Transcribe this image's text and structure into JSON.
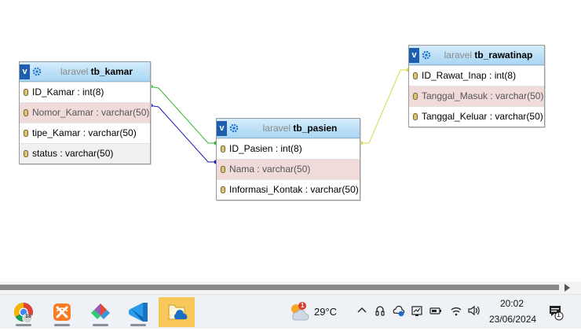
{
  "tables": {
    "kamar": {
      "db": "laravel",
      "name": "tb_kamar",
      "fields": [
        "ID_Kamar : int(8)",
        "Nomor_Kamar : varchar(50)",
        "tipe_Kamar : varchar(50)",
        "status : varchar(50)"
      ]
    },
    "pasien": {
      "db": "laravel",
      "name": "tb_pasien",
      "fields": [
        "ID_Pasien : int(8)",
        "Nama : varchar(50)",
        "Informasi_Kontak : varchar(50)"
      ]
    },
    "rawatinap": {
      "db": "laravel",
      "name": "tb_rawatinap",
      "fields": [
        "ID_Rawat_Inap : int(8)",
        "Tanggal_Masuk : varchar(50)",
        "Tanggal_Keluar : varchar(50)"
      ]
    }
  },
  "table_button": "v",
  "colors": {
    "link_green": "#2eb82e",
    "link_blue": "#1a1ab8",
    "link_yellow": "#d8d840",
    "header_blue": "#a9d6f3",
    "highlight_row": "#f0dada"
  },
  "taskbar": {
    "apps": [
      "chrome-icon",
      "xampp-icon",
      "pinned-app-icon",
      "vscode-icon",
      "file-explorer-icon"
    ],
    "chrome_badge": "18",
    "weather_temp": "29°C",
    "weather_badge": "1",
    "time": "20:02",
    "date": "23/06/2024",
    "notification_count": "1"
  }
}
